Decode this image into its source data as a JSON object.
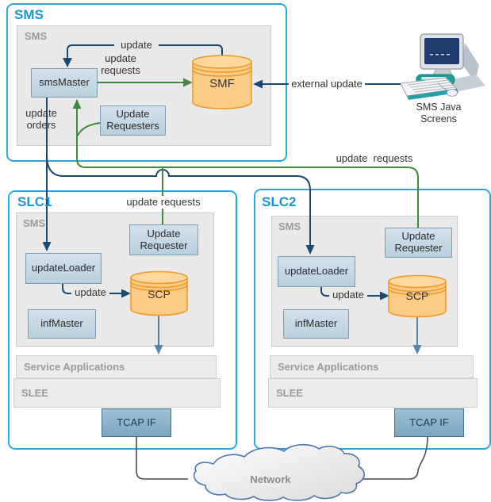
{
  "colors": {
    "accent_cyan": "#2aa9e0",
    "title_blue": "#1b96d5",
    "navy_arrow": "#1a4971",
    "green_arrow": "#418a3c",
    "steel_arrow": "#5585ad",
    "cylinder_fill": "#fccc86",
    "cylinder_stroke": "#ef9a2b",
    "component_fill": "#bdd5e2",
    "gray_panel": "#e9e9e9"
  },
  "icons": {
    "computer": "desktop-computer-icon",
    "smf_database": "database-cylinder-icon",
    "scp_database": "database-cylinder-icon",
    "network": "network-cloud-icon"
  },
  "sms": {
    "title": "SMS",
    "inner_label": "SMS",
    "sms_master": "smsMaster",
    "smf": "SMF",
    "update_requesters": "Update\nRequesters",
    "lbl_update": "update",
    "lbl_update_requests": "update\nrequests",
    "lbl_update_orders": "update\norders",
    "lbl_external_update": "external update",
    "lbl_sms_java_screens": "SMS Java\nScreens"
  },
  "slc1": {
    "title": "SLC1",
    "inner_label": "SMS",
    "lbl_update_requests": "update requests",
    "update_requester": "Update\nRequester",
    "update_loader": "updateLoader",
    "inf_master": "infMaster",
    "scp": "SCP",
    "lbl_update": "update",
    "service_applications": "Service Applications",
    "slee": "SLEE",
    "tcap_if": "TCAP IF"
  },
  "slc2": {
    "title": "SLC2",
    "inner_label": "SMS",
    "lbl_update_requests": "update  requests",
    "update_requester": "Update\nRequester",
    "update_loader": "updateLoader",
    "inf_master": "infMaster",
    "scp": "SCP",
    "lbl_update": "update",
    "service_applications": "Service Applications",
    "slee": "SLEE",
    "tcap_if": "TCAP IF"
  },
  "network": {
    "label": "Network"
  }
}
